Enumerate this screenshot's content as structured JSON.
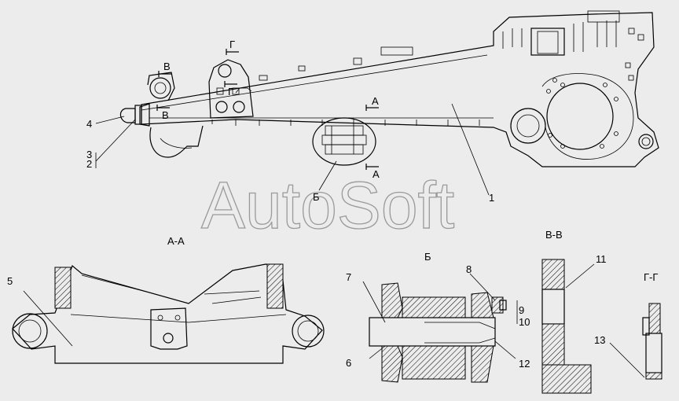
{
  "watermark": "AutoSoft",
  "section_titles": {
    "aa": "А-А",
    "b": "Б",
    "vv": "В-В",
    "gg": "Г-Г"
  },
  "view_marks": {
    "a_top": "А",
    "a_bottom": "А",
    "b": "Б",
    "v_top": "В",
    "v_bottom": "В",
    "g_top": "Г",
    "g_bottom": "Г"
  },
  "callouts": {
    "c1": "1",
    "c2": "2",
    "c3": "3",
    "c4": "4",
    "c5": "5",
    "c6": "6",
    "c7": "7",
    "c8": "8",
    "c9": "9",
    "c10": "10",
    "c11": "11",
    "c12": "12",
    "c13": "13"
  }
}
